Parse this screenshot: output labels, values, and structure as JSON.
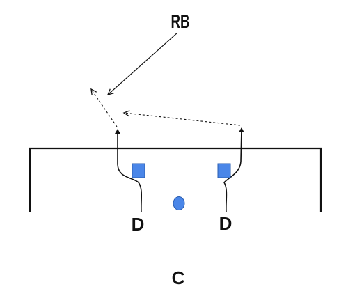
{
  "labels": {
    "rb": "RB",
    "defender_left": "D",
    "defender_right": "D",
    "center": "C"
  },
  "colors": {
    "ink": "#111111",
    "player_fill": "#4a86e8",
    "player_stroke": "#2a5db0"
  },
  "legend_shapes": {
    "defender_marker": "square",
    "ball_marker": "circle"
  }
}
